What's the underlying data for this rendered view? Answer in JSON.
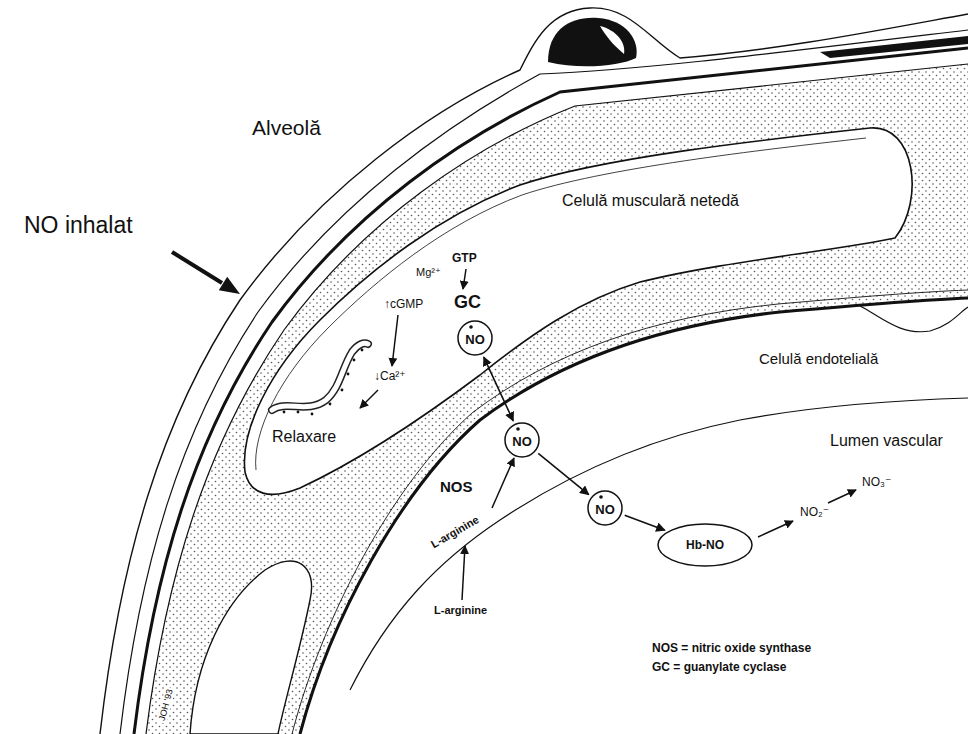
{
  "diagram": {
    "nodes": [
      {
        "text": [
          "NO"
        ]
      },
      {
        "text": [
          "NO"
        ]
      },
      {
        "text": [
          "NO"
        ]
      },
      {
        "text": [
          "Hb-NO"
        ]
      }
    ],
    "edges": [
      {
        "from": 1,
        "to": 0,
        "arrow": "both"
      },
      {
        "from": 1,
        "to": 2,
        "arrow": "to"
      },
      {
        "from": 2,
        "to": 3,
        "arrow": "to"
      }
    ],
    "labels": [
      "Alveolă",
      "NO inhalat",
      "Celulă musculară netedă",
      "Mg²⁺",
      "GTP",
      "↑cGMP",
      "GC",
      "↓Ca²⁺",
      "Relaxare",
      "Celulă endotelială",
      "Lumen vascular",
      "NOS",
      "L-arginine",
      "L-arginine",
      "NO₂⁻",
      "NO₃⁻",
      "NOS = nitric oxide synthase",
      "GC = guanylate cyclase",
      "JOH '93"
    ]
  }
}
